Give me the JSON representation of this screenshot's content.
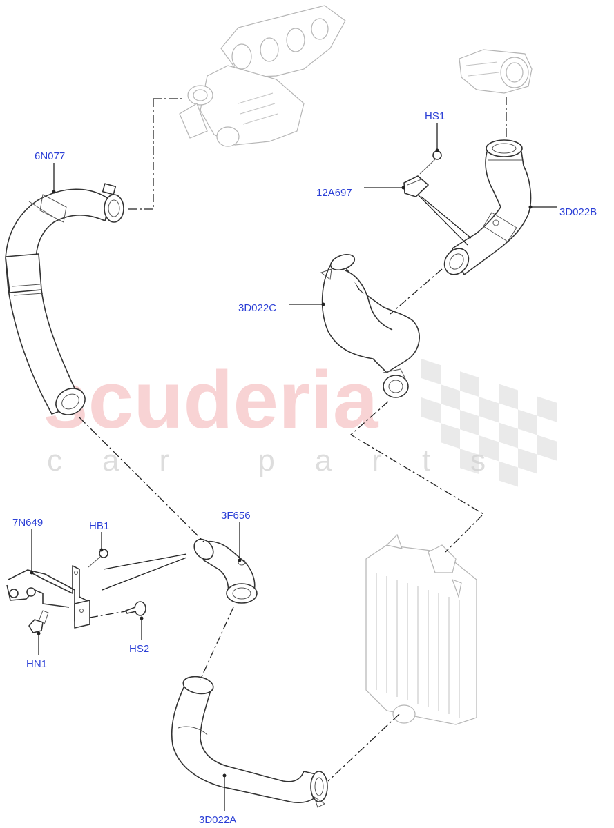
{
  "watermark": {
    "brand": "scuderia",
    "tagline": "car parts"
  },
  "labels": {
    "p6N077": "6N077",
    "pHS1": "HS1",
    "p12A697": "12A697",
    "p3D022B": "3D022B",
    "p3D022C": "3D022C",
    "p7N649": "7N649",
    "pHB1": "HB1",
    "p3F656": "3F656",
    "pHS2": "HS2",
    "pHN1": "HN1",
    "p3D022A": "3D022A"
  },
  "colors": {
    "label": "#2b3fd6",
    "watermark": "#f4b7b9",
    "line": "#222222"
  }
}
